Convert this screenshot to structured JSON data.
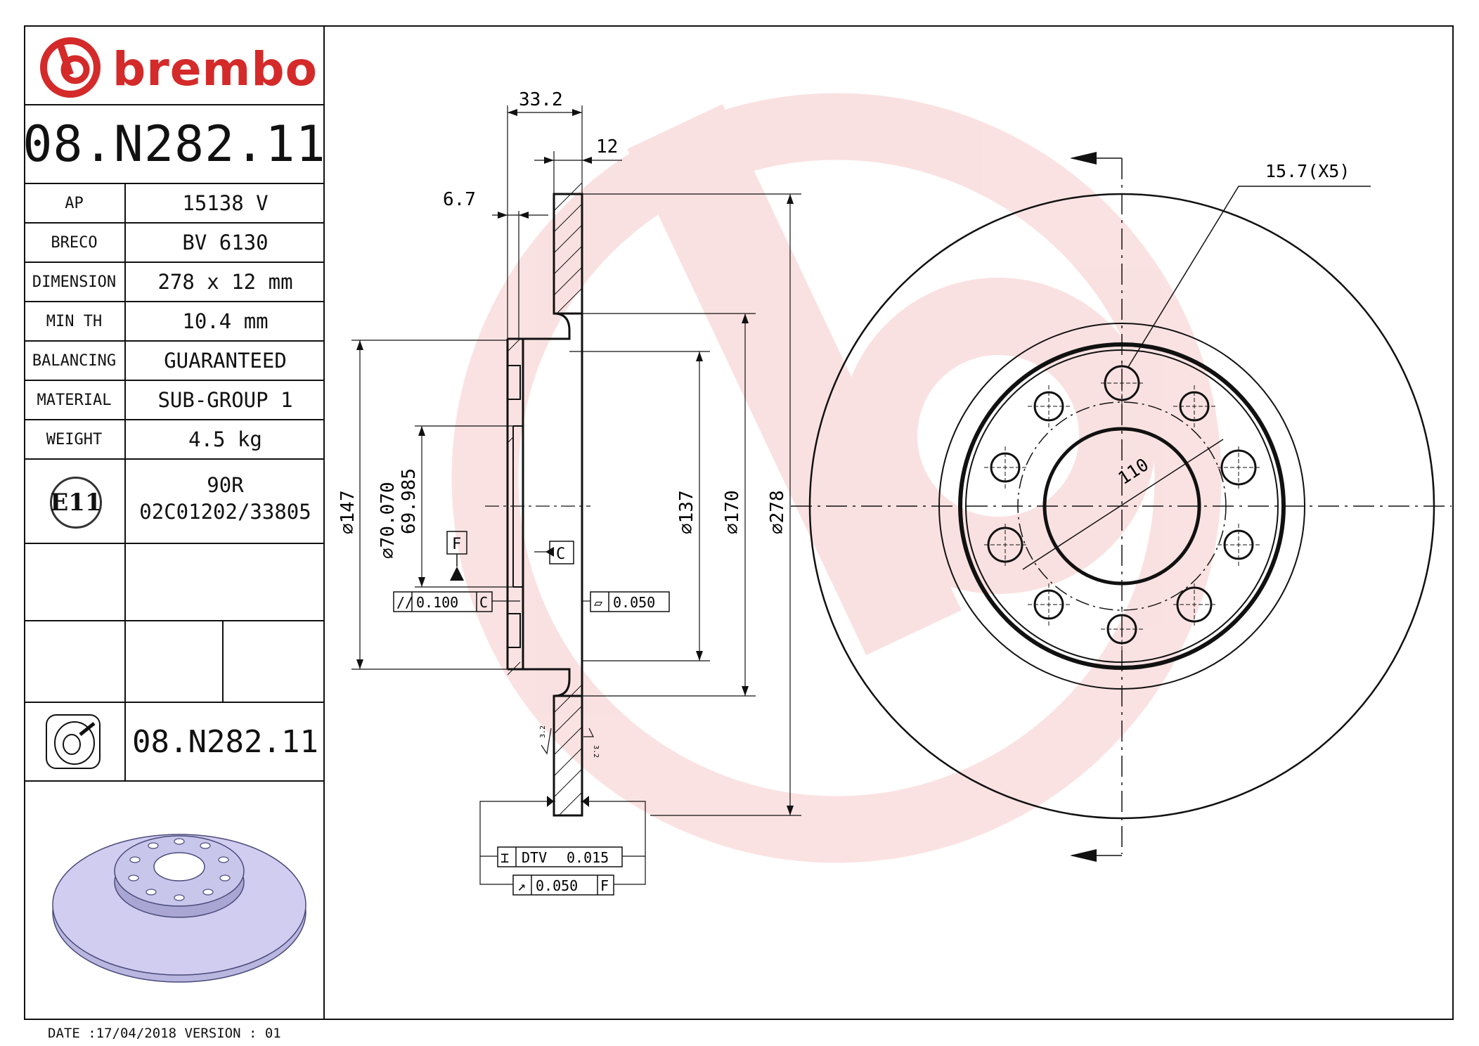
{
  "brand": {
    "name": "brembo",
    "color": "#d42a2a"
  },
  "part_number": "08.N282.11",
  "specs": [
    {
      "label": "AP",
      "value": "15138 V"
    },
    {
      "label": "BRECO",
      "value": "BV 6130"
    },
    {
      "label": "DIMENSION",
      "value": "278 x 12 mm"
    },
    {
      "label": "MIN TH",
      "value": "10.4 mm"
    },
    {
      "label": "BALANCING",
      "value": "GUARANTEED"
    },
    {
      "label": "MATERIAL",
      "value": "SUB-GROUP 1"
    },
    {
      "label": "WEIGHT",
      "value": "4.5 kg"
    }
  ],
  "approval": {
    "mark": "E11",
    "line1": "90R",
    "line2": "02C01202/33805"
  },
  "part_number_secondary": "08.N282.11",
  "footer": "DATE :17/04/2018 VERSION : 01",
  "drawing": {
    "dims": {
      "total_height": "33.2",
      "thickness": "12",
      "hat_offset": "6.7",
      "bolt_hole": "15.7(X5)",
      "pcd": "110",
      "d147": "147",
      "d_bore_max": "70.070",
      "d_bore_min": "69.985",
      "d137": "137",
      "d170": "170",
      "d278": "278"
    },
    "datums": {
      "f": "F",
      "c": "C"
    },
    "tolerances": {
      "parallel": {
        "value": "0.100",
        "datum": "C"
      },
      "flatness": {
        "value": "0.050"
      },
      "dtv": {
        "label": "DTV",
        "value": "0.015"
      },
      "runout": {
        "value": "0.050",
        "datum": "F"
      }
    },
    "roughness": "3.2"
  }
}
